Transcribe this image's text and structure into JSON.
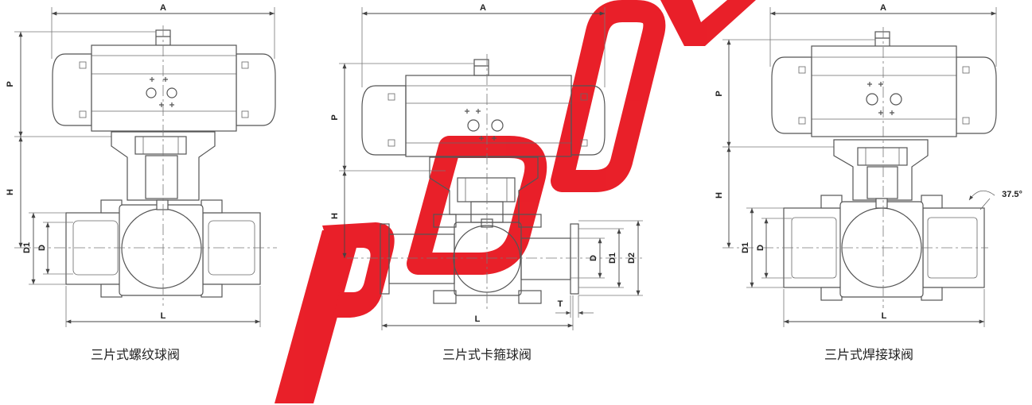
{
  "colors": {
    "line": "#555555",
    "watermark": "#e8141e"
  },
  "diagrams": [
    {
      "caption": "三片式螺纹球阀",
      "labels": {
        "A": "A",
        "P": "P",
        "H": "H",
        "D1": "D1",
        "D": "D",
        "L": "L"
      }
    },
    {
      "caption": "三片式卡箍球阀",
      "labels": {
        "A": "A",
        "P": "P",
        "H": "H",
        "D": "D",
        "D1": "D1",
        "D2": "D2",
        "L": "L",
        "T": "T"
      }
    },
    {
      "caption": "三片式焊接球阀",
      "labels": {
        "A": "A",
        "P": "P",
        "H": "H",
        "D1": "D1",
        "D": "D",
        "L": "L",
        "angle": "37.5°"
      }
    }
  ]
}
